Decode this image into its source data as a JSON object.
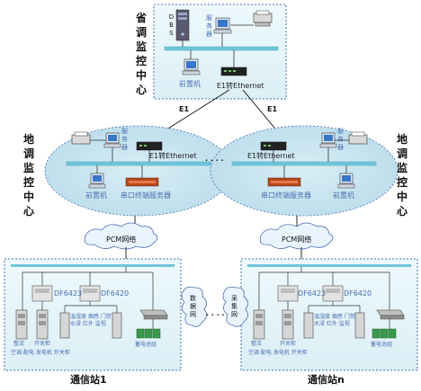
{
  "provincial_center": {
    "title": "省调监控中心",
    "server_label": "服务器",
    "dbs_label": "DBS",
    "workstation_label": "前置机",
    "switch_label": "E1转Ethernet"
  },
  "links": {
    "left": "E1",
    "right": "E1"
  },
  "regional_center_left": {
    "title": "地调监控中心",
    "server_label": "服务器",
    "switch_label": "E1转Ethernet",
    "workstation_label": "前置机",
    "serial_server_label": "串口终端服务器"
  },
  "regional_center_right": {
    "title": "地调监控中心",
    "server_label": "服务器",
    "switch_label": "E1转Ethernet",
    "workstation_label": "前置机",
    "serial_server_label": "串口终端服务器"
  },
  "ellipsis": "· · · ·",
  "clouds": {
    "pcm_left": "PCM网络",
    "pcm_right": "PCM网络",
    "lan_left": "数据网",
    "lan_right": "采集网"
  },
  "station_1": {
    "name": "通信站1",
    "device_a": "DF6423",
    "device_b": "DF6420",
    "rack_a": "整流",
    "rack_b": "开关柜",
    "sensors_label": "温湿度  烟感  门禁  水浸  红外  监视",
    "battery_label": "蓄电池组",
    "bottom_label": "空调  配电  发电机  开关柜"
  },
  "station_n": {
    "name": "通信站n",
    "device_a": "DF6423",
    "device_b": "DF6420",
    "rack_a": "整流",
    "rack_b": "开关柜",
    "sensors_label": "温湿度  烟感  门禁  水浸  红外  监视",
    "battery_label": "蓄电池组",
    "bottom_label": "空调  配电  发电机  开关柜"
  },
  "middle_ellipsis": "· · · ·",
  "colors": {
    "bus": "#6ec6d8",
    "box_fill": "#e8f6fa",
    "box_border": "#4a6fb0",
    "ellipse_fill": "#c8e8f2",
    "cloud_fill": "#eaf4ff",
    "station_line": "#333333"
  }
}
